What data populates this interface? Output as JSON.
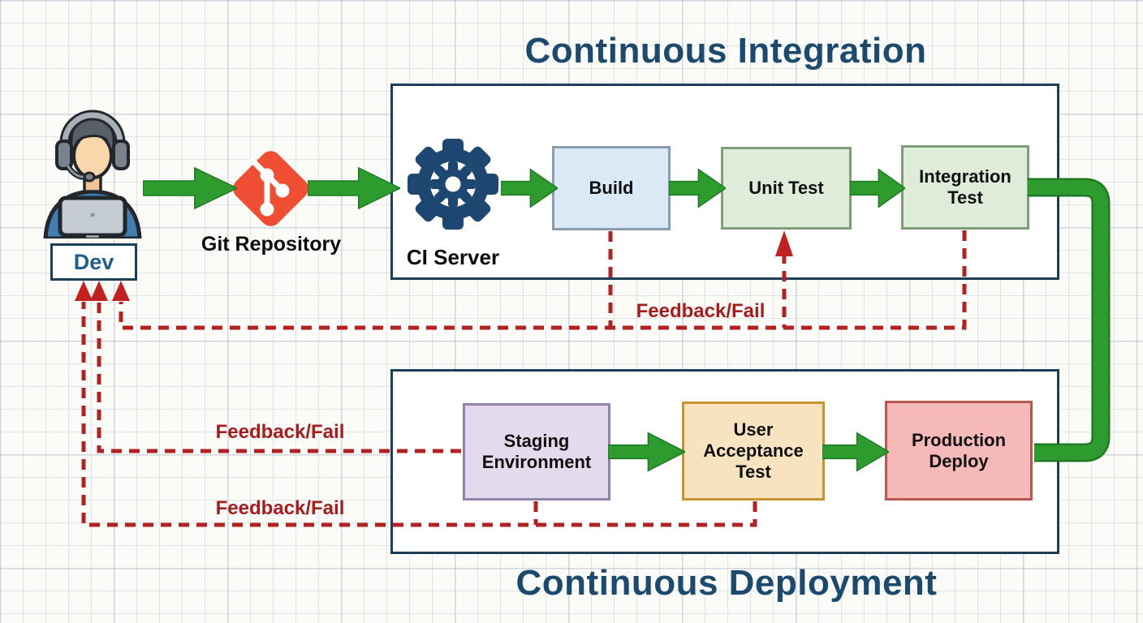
{
  "diagram": {
    "title_top": "Continuous Integration",
    "title_bottom": "Continuous Deployment",
    "dev": {
      "label": "Dev",
      "icon": "developer-headset-icon"
    },
    "git": {
      "label": "Git Repository",
      "icon": "git-logo-icon"
    },
    "ci_server": {
      "label": "CI Server",
      "icon": "gear-icon"
    },
    "ci_steps": [
      {
        "label": "Build"
      },
      {
        "label": "Unit Test"
      },
      {
        "label": "Integration Test"
      }
    ],
    "cd_steps": [
      {
        "label": "Staging Environment"
      },
      {
        "label": "User Acceptance Test"
      },
      {
        "label": "Production Deploy"
      }
    ],
    "feedback": {
      "ci_label": "Feedback/Fail",
      "staging_label": "Feedback/Fail",
      "uat_label": "Feedback/Fail"
    },
    "colors": {
      "title_navy": "#1b4a6e",
      "container_border": "#1d3e57",
      "flow_green": "#2e9b2e",
      "flow_green_dark": "#1f7a23",
      "feedback_red": "#b32222",
      "feedback_text_red": "#a71d1d",
      "git_orange": "#f04e32",
      "gear_navy": "#1d4670",
      "build_fill": "#dbe8f6",
      "build_border": "#8a9cb0",
      "test_fill": "#dfecda",
      "test_border": "#7f9d78",
      "staging_fill": "#e3daed",
      "staging_border": "#9081ad",
      "uat_fill": "#f8e3c1",
      "uat_border": "#c9942f",
      "prod_fill": "#f5b9b9",
      "prod_border": "#b8574f",
      "dev_text": "#1e5d8c"
    }
  }
}
